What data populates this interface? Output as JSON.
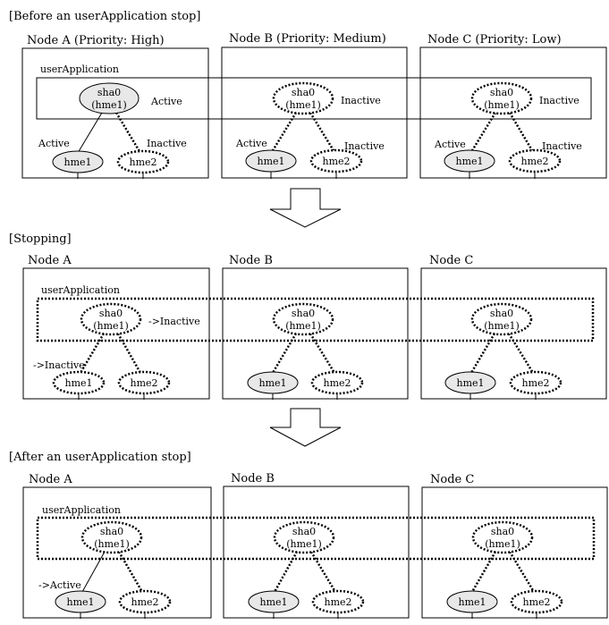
{
  "sections": [
    {
      "heading": "[Before an userApplication stop]",
      "app_label": "userApplication",
      "nodes": [
        {
          "label": "Node A (Priority: High)",
          "sha_line1": "sha0",
          "sha_line2": "(hme1)",
          "sha_state": "Active",
          "hme1_label": "hme1",
          "hme2_label": "hme2",
          "hme1_state": "Active",
          "hme2_state": "Inactive"
        },
        {
          "label": "Node B (Priority: Medium)",
          "sha_line1": "sha0",
          "sha_line2": "(hme1)",
          "sha_state": "Inactive",
          "hme1_label": "hme1",
          "hme2_label": "hme2",
          "hme1_state": "Active",
          "hme2_state": "Inactive"
        },
        {
          "label": "Node C (Priority: Low)",
          "sha_line1": "sha0",
          "sha_line2": "(hme1)",
          "sha_state": "Inactive",
          "hme1_label": "hme1",
          "hme2_label": "hme2",
          "hme1_state": "Active",
          "hme2_state": "Inactive"
        }
      ]
    },
    {
      "heading": "[Stopping]",
      "app_label": "userApplication",
      "nodes": [
        {
          "label": "Node A",
          "sha_line1": "sha0",
          "sha_line2": "(hme1)",
          "sha_state": "->Inactive",
          "hme1_label": "hme1",
          "hme2_label": "hme2",
          "hme1_state": "->Inactive"
        },
        {
          "label": "Node B",
          "sha_line1": "sha0",
          "sha_line2": "(hme1)",
          "hme1_label": "hme1",
          "hme2_label": "hme2"
        },
        {
          "label": "Node C",
          "sha_line1": "sha0",
          "sha_line2": "(hme1)",
          "hme1_label": "hme1",
          "hme2_label": "hme2"
        }
      ]
    },
    {
      "heading": "[After an userApplication stop]",
      "app_label": "userApplication",
      "nodes": [
        {
          "label": "Node A",
          "sha_line1": "sha0",
          "sha_line2": "(hme1)",
          "hme1_label": "hme1",
          "hme2_label": "hme2",
          "hme1_state": "->Active"
        },
        {
          "label": "Node B",
          "sha_line1": "sha0",
          "sha_line2": "(hme1)",
          "hme1_label": "hme1",
          "hme2_label": "hme2"
        },
        {
          "label": "Node C",
          "sha_line1": "sha0",
          "sha_line2": "(hme1)",
          "hme1_label": "hme1",
          "hme2_label": "hme2"
        }
      ]
    }
  ]
}
